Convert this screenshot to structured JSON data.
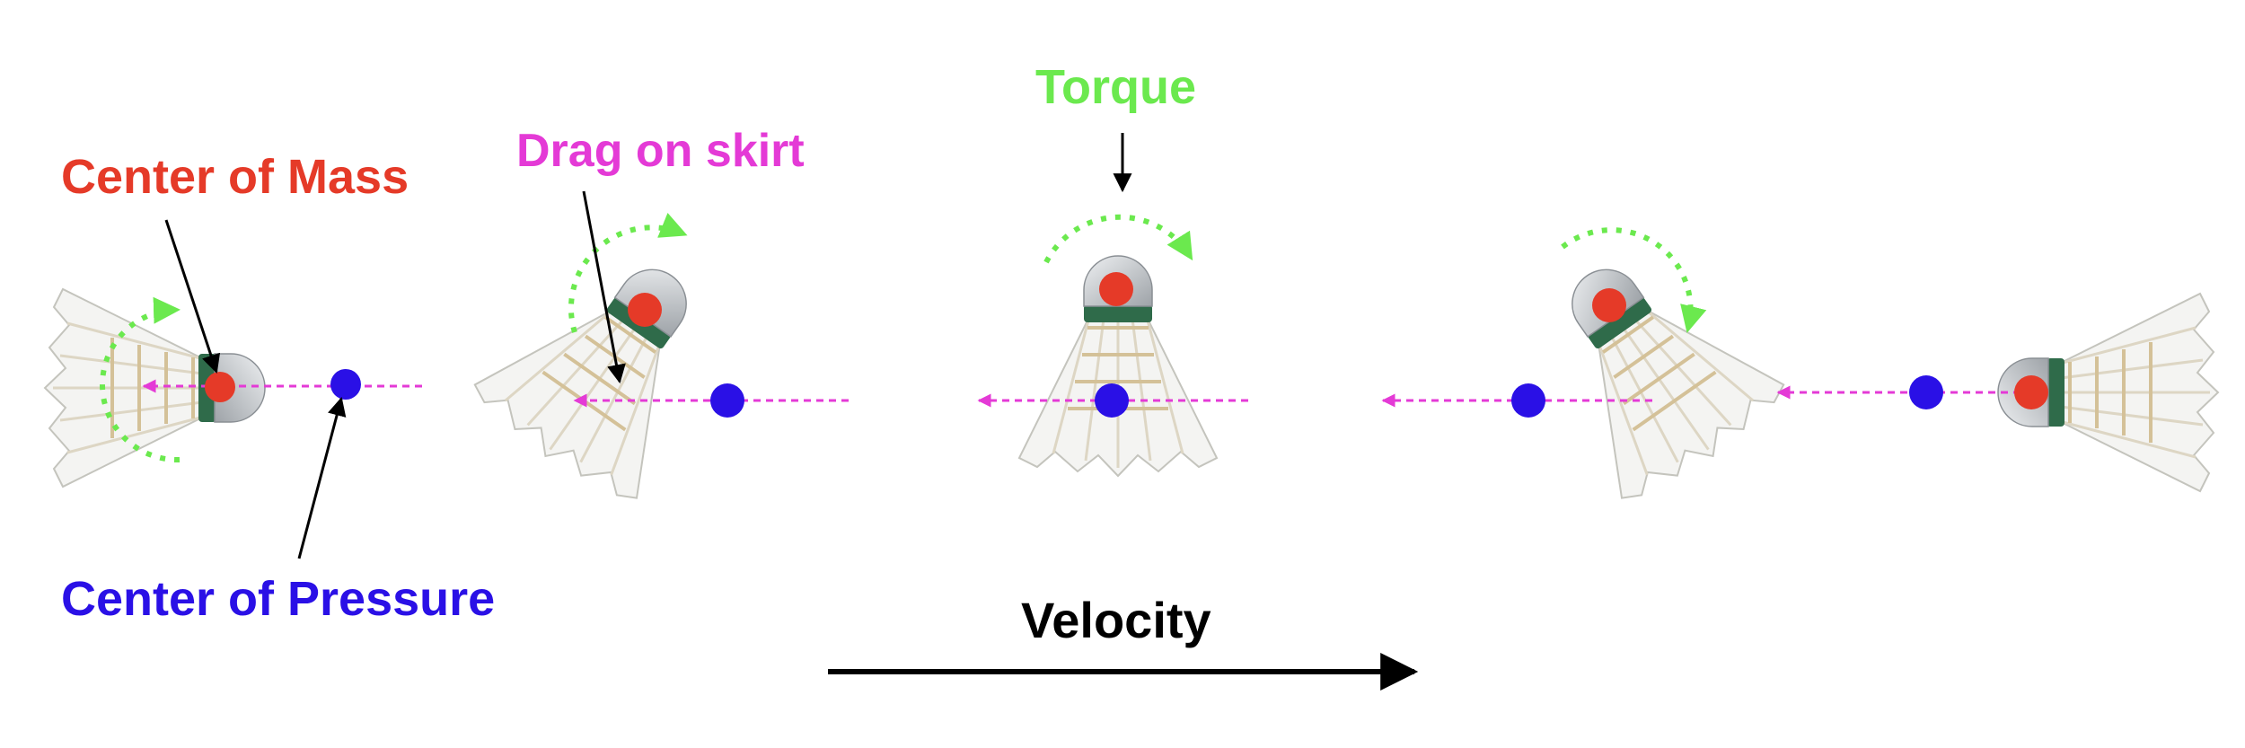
{
  "labels": {
    "center_of_mass": "Center of Mass",
    "center_of_pressure": "Center of Pressure",
    "drag_on_skirt": "Drag on skirt",
    "torque": "Torque",
    "velocity": "Velocity"
  },
  "colors": {
    "center_of_mass": "#e53a28",
    "center_of_pressure": "#2a10e6",
    "drag": "#e43ad6",
    "torque": "#6be94e",
    "arrow": "#000000",
    "cork": "#c9cccf",
    "band": "#2f6b4a",
    "feather": "#f3f3f1",
    "feather_edge": "#c8c8c2",
    "stem": "#d9c7a5"
  },
  "shuttlecock_sequence": [
    {
      "stage": 1,
      "rotation_deg": 90,
      "torque_direction": "clockwise"
    },
    {
      "stage": 2,
      "rotation_deg": 145,
      "torque_direction": "clockwise"
    },
    {
      "stage": 3,
      "rotation_deg": 180,
      "torque_direction": "clockwise"
    },
    {
      "stage": 4,
      "rotation_deg": 215,
      "torque_direction": "clockwise"
    },
    {
      "stage": 5,
      "rotation_deg": 270,
      "torque_direction": "none"
    }
  ]
}
